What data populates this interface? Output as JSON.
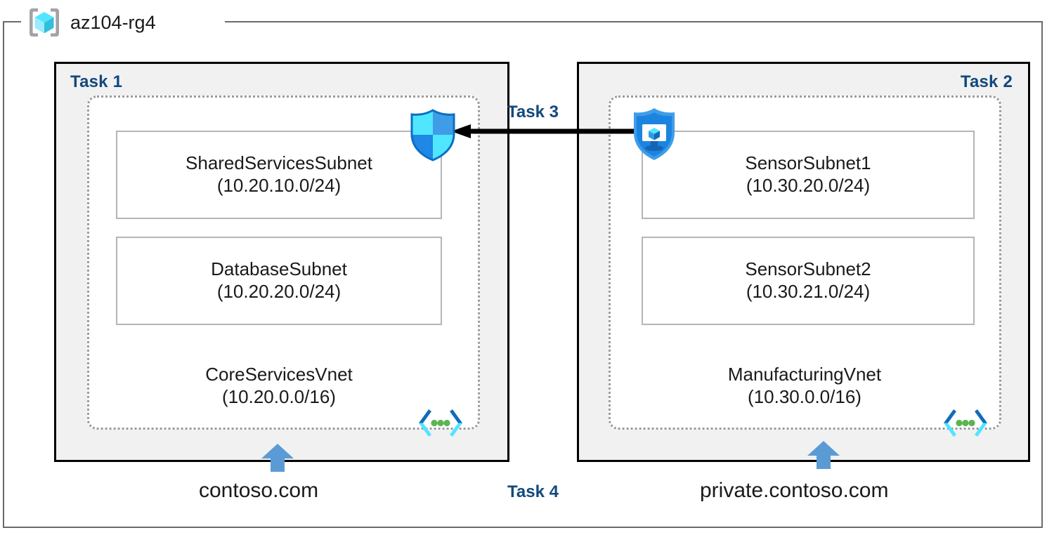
{
  "resource_group": {
    "name": "az104-rg4",
    "icon": "resource-group-icon"
  },
  "panels": [
    {
      "task_label": "Task 1",
      "vnet": {
        "name": "CoreServicesVnet",
        "cidr": "(10.20.0.0/16)",
        "icon": "virtual-network-icon"
      },
      "subnets": [
        {
          "name": "SharedServicesSubnet",
          "cidr": "(10.20.10.0/24)"
        },
        {
          "name": "DatabaseSubnet",
          "cidr": "(10.20.20.0/24)"
        }
      ],
      "dns_zone": "contoso.com",
      "dns_arrow_icon": "up-arrow-icon"
    },
    {
      "task_label": "Task 2",
      "vnet": {
        "name": "ManufacturingVnet",
        "cidr": "(10.30.0.0/16)",
        "icon": "virtual-network-icon"
      },
      "subnets": [
        {
          "name": "SensorSubnet1",
          "cidr": "(10.30.20.0/24)"
        },
        {
          "name": "SensorSubnet2",
          "cidr": "(10.30.21.0/24)"
        }
      ],
      "dns_zone": "private.contoso.com",
      "dns_arrow_icon": "up-arrow-icon"
    }
  ],
  "connections": {
    "peering": {
      "label": "Task 3",
      "direction": "right-to-left",
      "source_icon": "bastion-shield-icon",
      "target_icon": "network-security-group-icon"
    },
    "dns": {
      "label": "Task 4"
    }
  },
  "colors": {
    "task_label": "#12497c",
    "panel_fill": "#f1f1f1",
    "panel_border": "#000000",
    "vnet_border": "#9b9b9b",
    "subnet_border": "#b5b5b5",
    "outer_border": "#6a6a6a",
    "arrow_blue": "#5b9bd5",
    "icon_cyan": "#50e6ff",
    "icon_blue": "#0078d4",
    "icon_green": "#5ab552",
    "text": "#1a1a1a"
  }
}
